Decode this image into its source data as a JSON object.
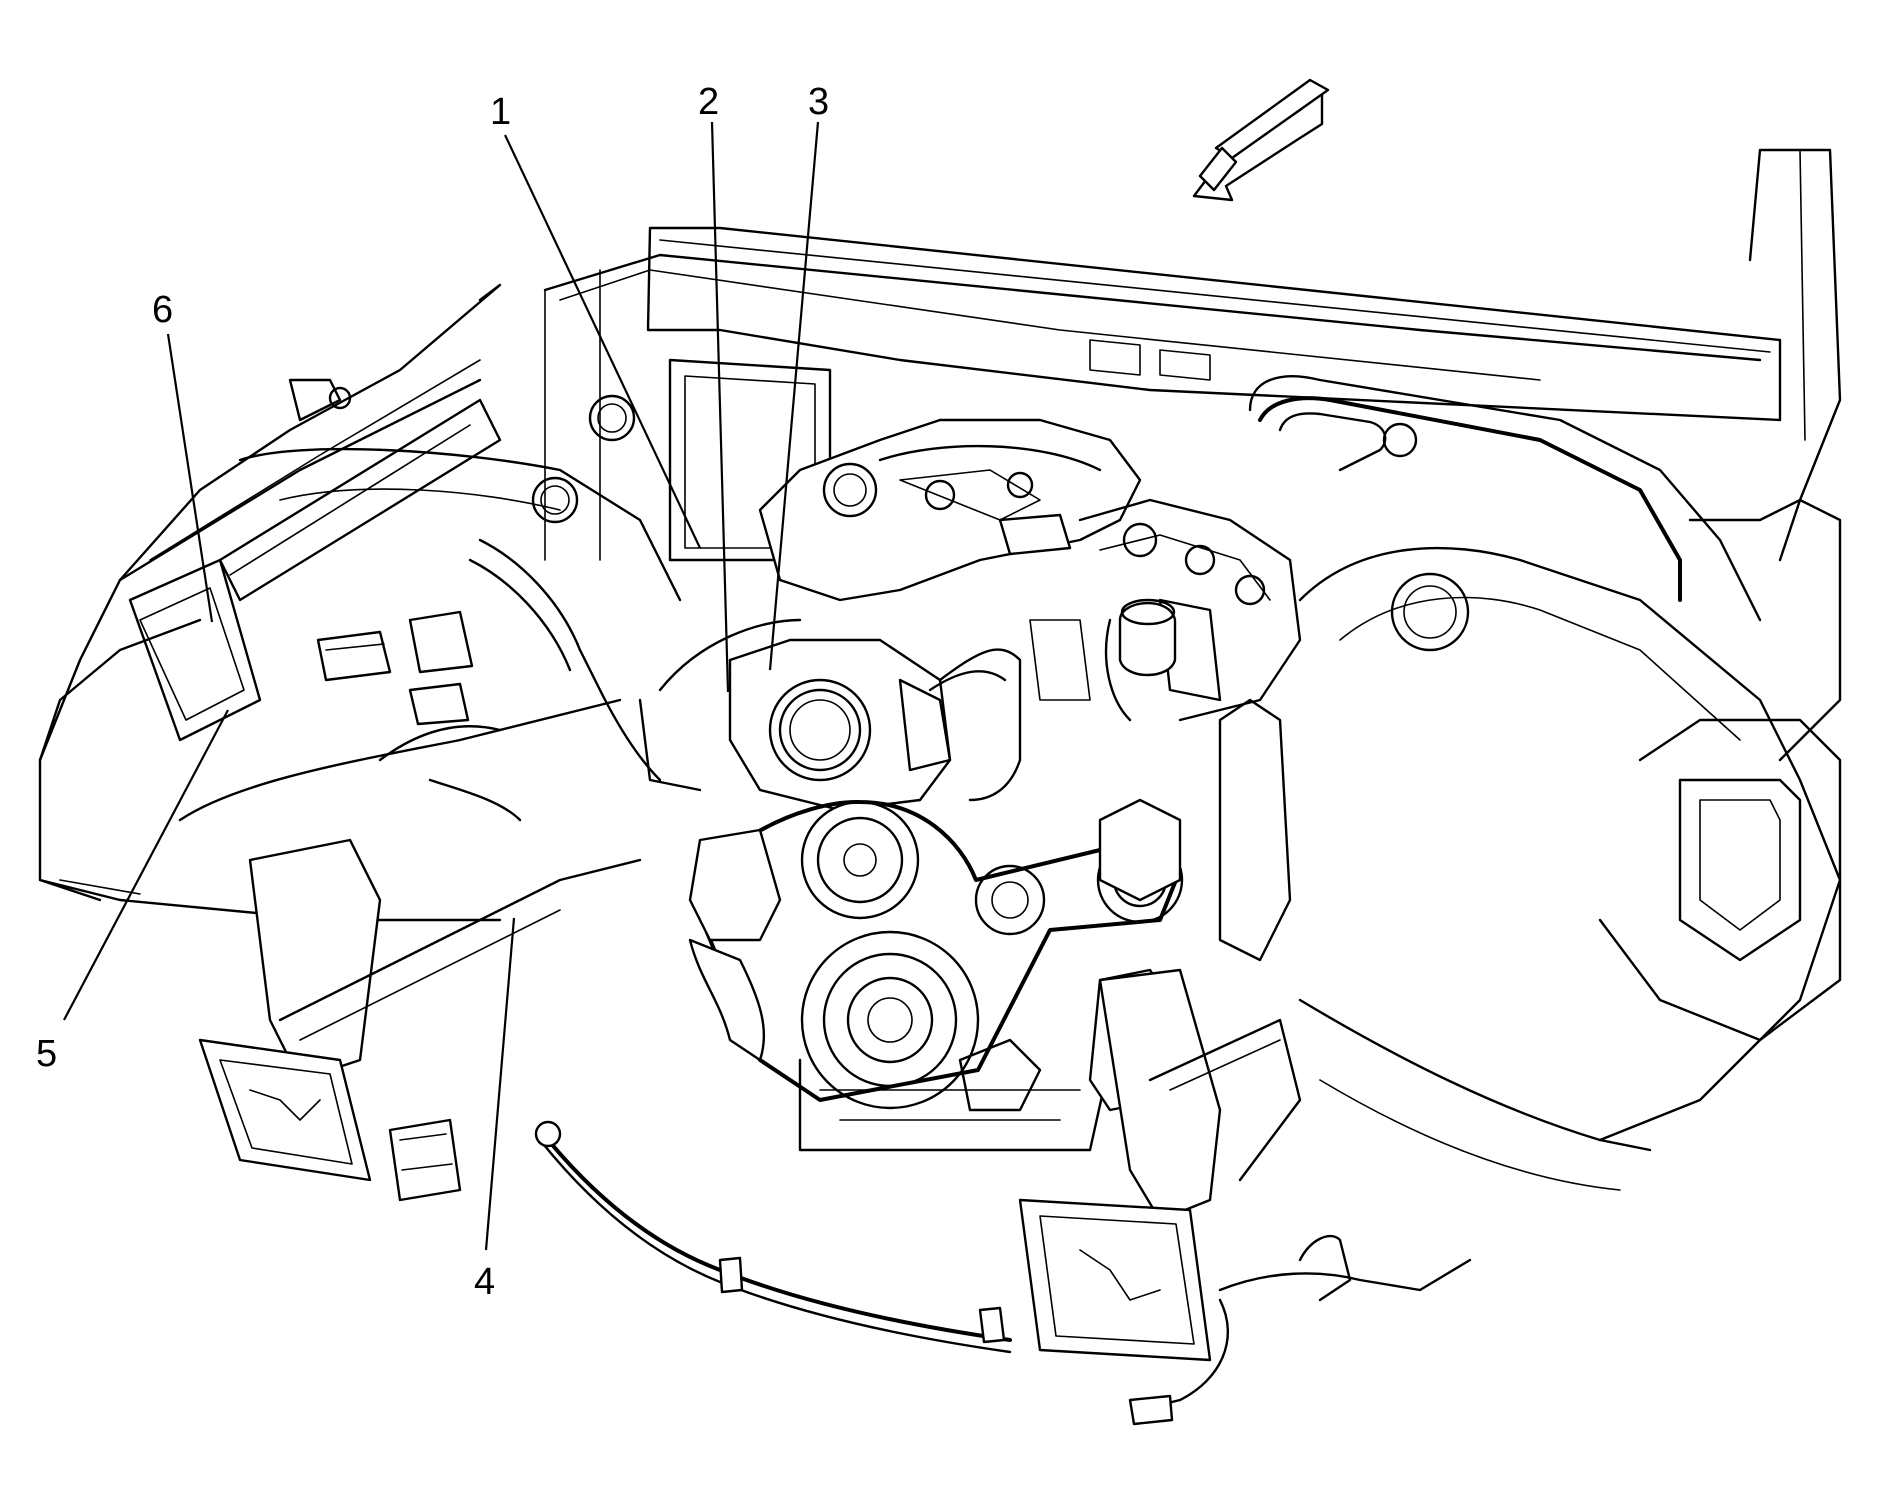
{
  "diagram": {
    "callouts": [
      {
        "id": "1",
        "label": "1"
      },
      {
        "id": "2",
        "label": "2"
      },
      {
        "id": "3",
        "label": "3"
      },
      {
        "id": "4",
        "label": "4"
      },
      {
        "id": "5",
        "label": "5"
      },
      {
        "id": "6",
        "label": "6"
      }
    ],
    "direction_arrow": "front-of-vehicle-arrow",
    "colors": {
      "line": "#000000",
      "background": "#ffffff"
    }
  }
}
